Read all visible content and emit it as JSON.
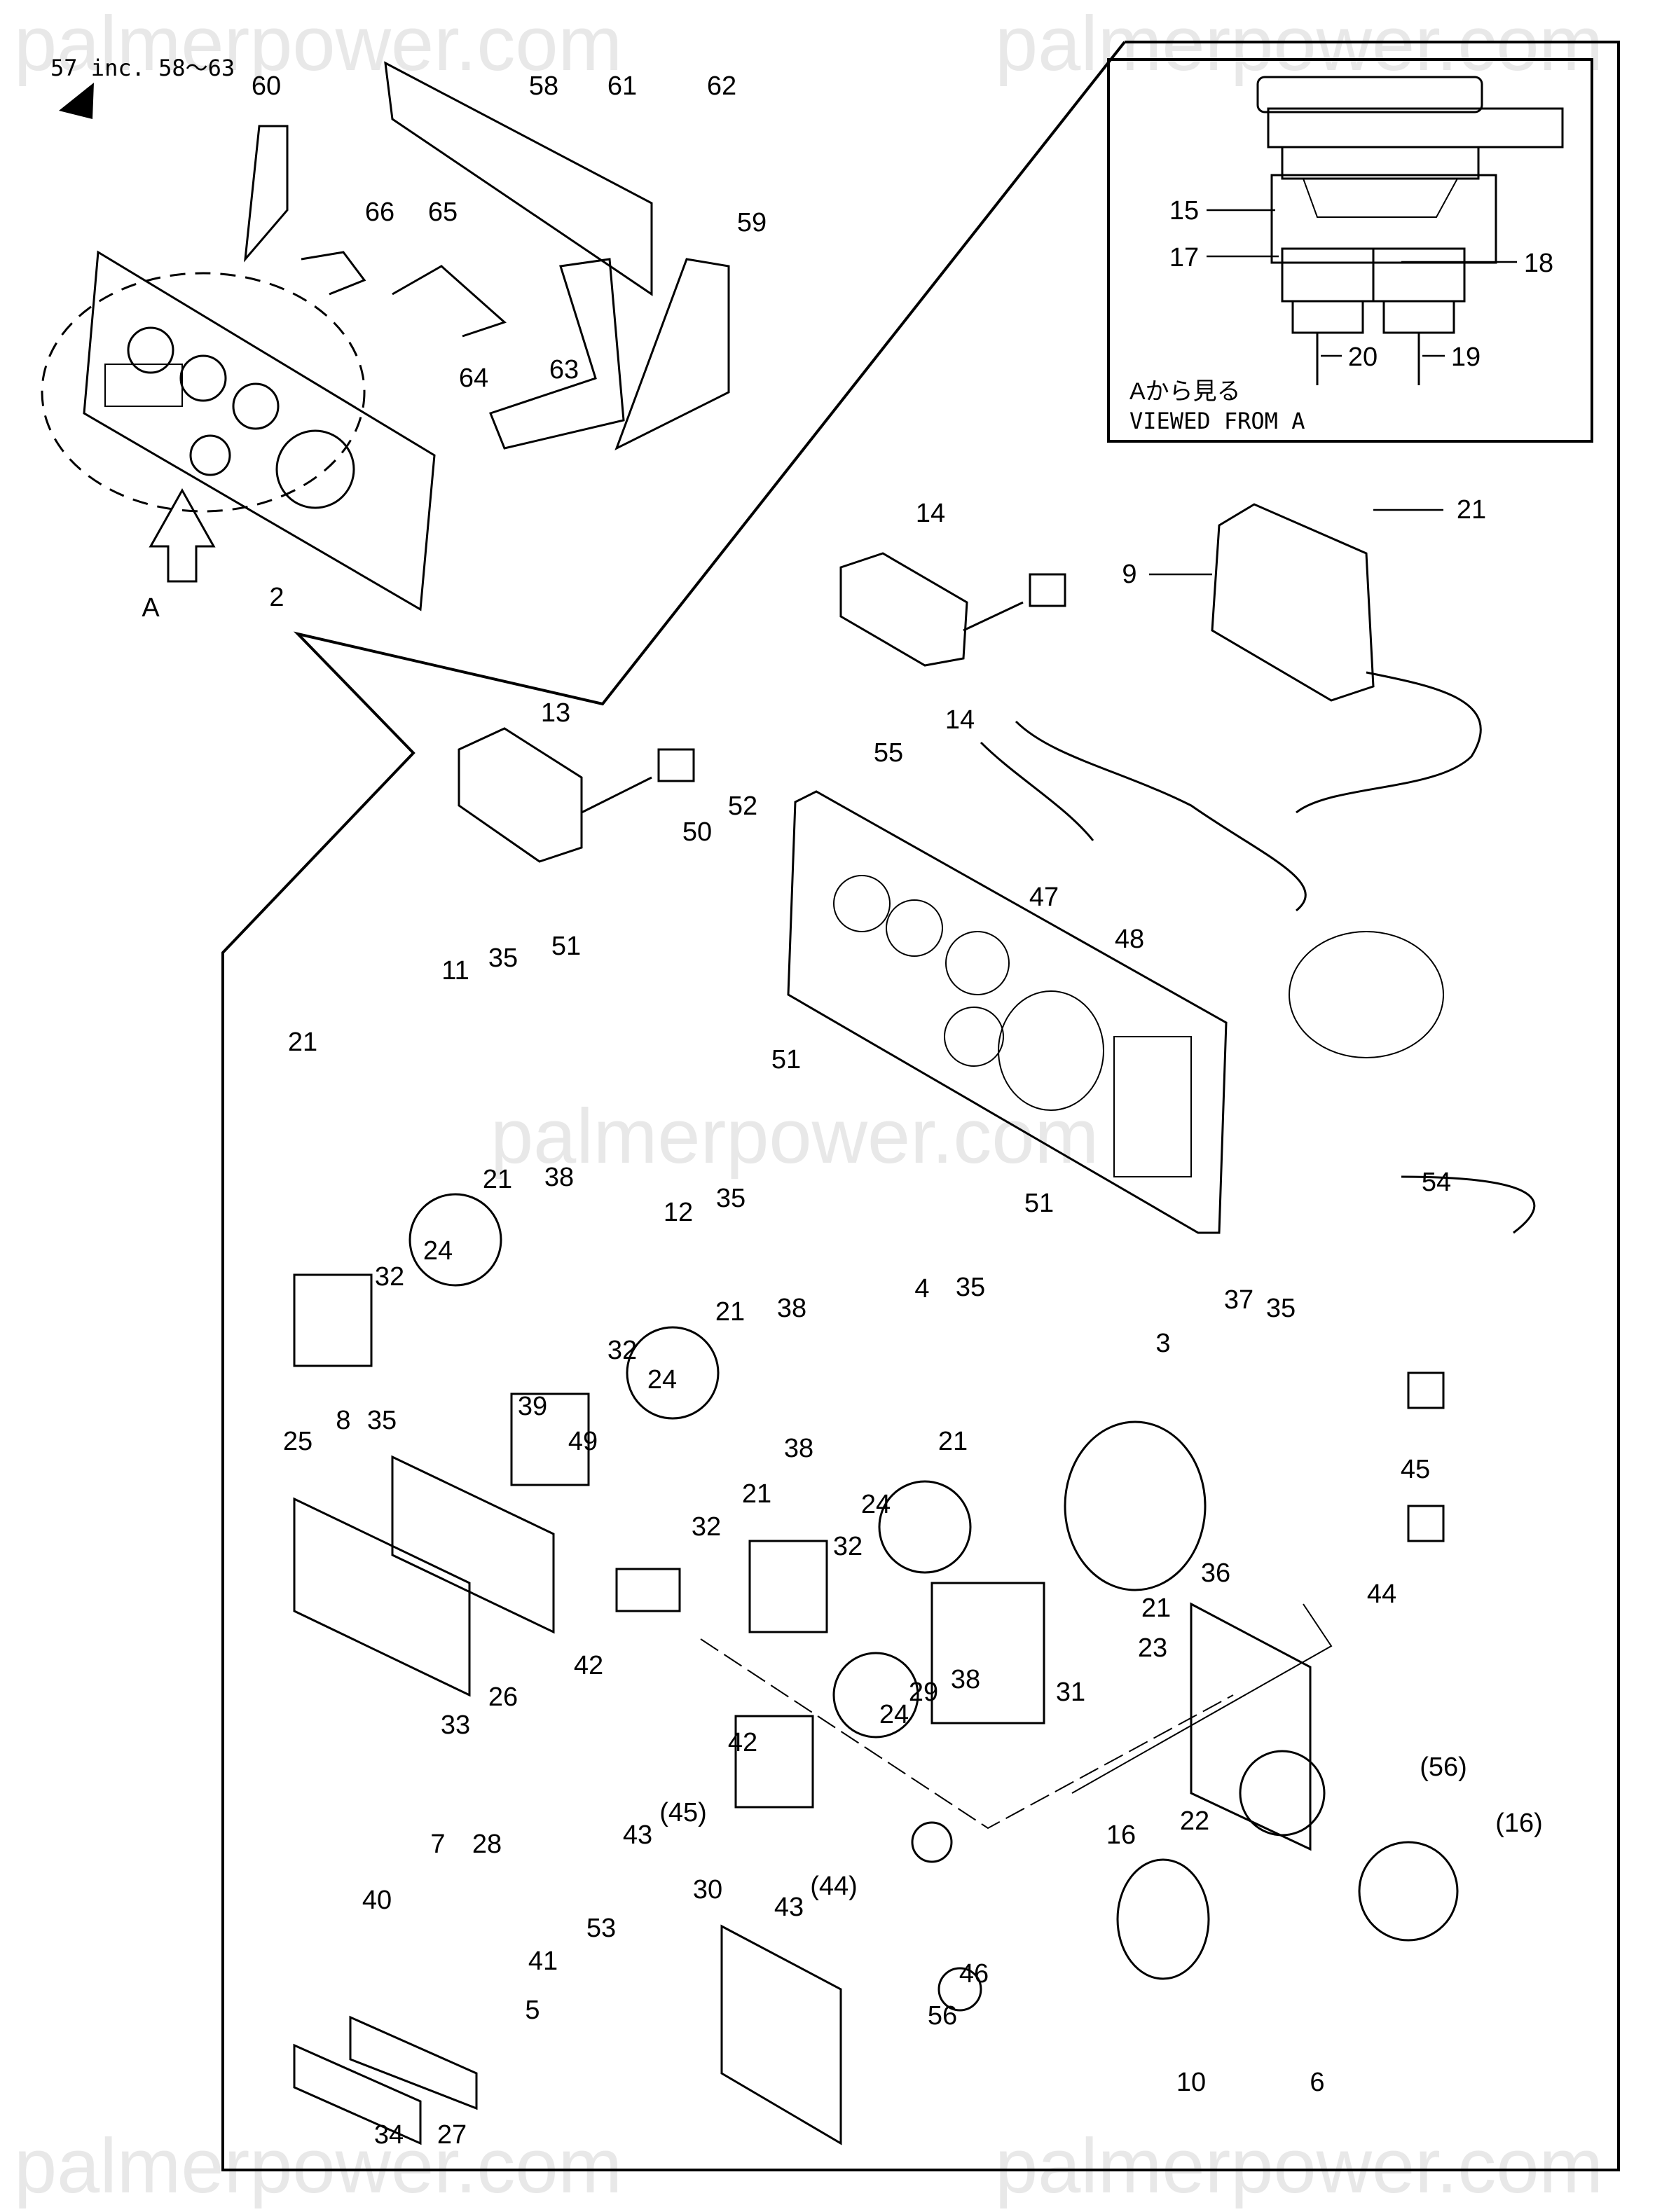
{
  "diagram": {
    "title_note": "57 inc. 58～63",
    "watermark": "palmerpower.com",
    "view_marker": "A",
    "inset": {
      "caption_jp": "Aから見る",
      "caption_en": "VIEWED FROM A",
      "labels": [
        "15",
        "17",
        "18",
        "20",
        "19"
      ]
    },
    "callouts": [
      {
        "id": "c60",
        "text": "60"
      },
      {
        "id": "c58",
        "text": "58"
      },
      {
        "id": "c61",
        "text": "61"
      },
      {
        "id": "c62",
        "text": "62"
      },
      {
        "id": "c66",
        "text": "66"
      },
      {
        "id": "c65",
        "text": "65"
      },
      {
        "id": "c59",
        "text": "59"
      },
      {
        "id": "c63",
        "text": "63"
      },
      {
        "id": "c64",
        "text": "64"
      },
      {
        "id": "c2",
        "text": "2"
      },
      {
        "id": "c14a",
        "text": "14"
      },
      {
        "id": "c9",
        "text": "9"
      },
      {
        "id": "c21a",
        "text": "21"
      },
      {
        "id": "c14b",
        "text": "14"
      },
      {
        "id": "c13",
        "text": "13"
      },
      {
        "id": "c55",
        "text": "55"
      },
      {
        "id": "c50",
        "text": "50"
      },
      {
        "id": "c52",
        "text": "52"
      },
      {
        "id": "c47",
        "text": "47"
      },
      {
        "id": "c48",
        "text": "48"
      },
      {
        "id": "c11",
        "text": "11"
      },
      {
        "id": "c35a",
        "text": "35"
      },
      {
        "id": "c51a",
        "text": "51"
      },
      {
        "id": "c21b",
        "text": "21"
      },
      {
        "id": "c38a",
        "text": "38"
      },
      {
        "id": "c32a",
        "text": "32"
      },
      {
        "id": "c24a",
        "text": "24"
      },
      {
        "id": "c51b",
        "text": "51"
      },
      {
        "id": "c12",
        "text": "12"
      },
      {
        "id": "c35b",
        "text": "35"
      },
      {
        "id": "c21c",
        "text": "21"
      },
      {
        "id": "c38b",
        "text": "38"
      },
      {
        "id": "c32b",
        "text": "32"
      },
      {
        "id": "c24b",
        "text": "24"
      },
      {
        "id": "c51c",
        "text": "51"
      },
      {
        "id": "c54",
        "text": "54"
      },
      {
        "id": "c4",
        "text": "4"
      },
      {
        "id": "c35c",
        "text": "35"
      },
      {
        "id": "c21d",
        "text": "21"
      },
      {
        "id": "c37",
        "text": "37"
      },
      {
        "id": "c35d",
        "text": "35"
      },
      {
        "id": "c3",
        "text": "3"
      },
      {
        "id": "c38c",
        "text": "38"
      },
      {
        "id": "c24c",
        "text": "24"
      },
      {
        "id": "c32c",
        "text": "32"
      },
      {
        "id": "c21e",
        "text": "21"
      },
      {
        "id": "c45",
        "text": "45"
      },
      {
        "id": "c25",
        "text": "25"
      },
      {
        "id": "c8",
        "text": "8"
      },
      {
        "id": "c35e",
        "text": "35"
      },
      {
        "id": "c39",
        "text": "39"
      },
      {
        "id": "c49",
        "text": "49"
      },
      {
        "id": "c32d",
        "text": "32"
      },
      {
        "id": "c21f",
        "text": "21"
      },
      {
        "id": "c44",
        "text": "44"
      },
      {
        "id": "c36",
        "text": "36"
      },
      {
        "id": "c21g",
        "text": "21"
      },
      {
        "id": "c23",
        "text": "23"
      },
      {
        "id": "c31",
        "text": "31"
      },
      {
        "id": "c38d",
        "text": "38"
      },
      {
        "id": "c29",
        "text": "29"
      },
      {
        "id": "c24d",
        "text": "24"
      },
      {
        "id": "c33",
        "text": "33"
      },
      {
        "id": "c26",
        "text": "26"
      },
      {
        "id": "c42a",
        "text": "42"
      },
      {
        "id": "c43a",
        "text": "43"
      },
      {
        "id": "c45p",
        "text": "(45)"
      },
      {
        "id": "c42b",
        "text": "42"
      },
      {
        "id": "c43b",
        "text": "43"
      },
      {
        "id": "c44p",
        "text": "(44)"
      },
      {
        "id": "c22",
        "text": "22"
      },
      {
        "id": "c56p",
        "text": "(56)"
      },
      {
        "id": "c16p",
        "text": "(16)"
      },
      {
        "id": "c7",
        "text": "7"
      },
      {
        "id": "c28",
        "text": "28"
      },
      {
        "id": "c40",
        "text": "40"
      },
      {
        "id": "c53",
        "text": "53"
      },
      {
        "id": "c41",
        "text": "41"
      },
      {
        "id": "c5",
        "text": "5"
      },
      {
        "id": "c30",
        "text": "30"
      },
      {
        "id": "c16",
        "text": "16"
      },
      {
        "id": "c46",
        "text": "46"
      },
      {
        "id": "c56",
        "text": "56"
      },
      {
        "id": "c10",
        "text": "10"
      },
      {
        "id": "c6",
        "text": "6"
      },
      {
        "id": "c34",
        "text": "34"
      },
      {
        "id": "c27",
        "text": "27"
      }
    ]
  }
}
